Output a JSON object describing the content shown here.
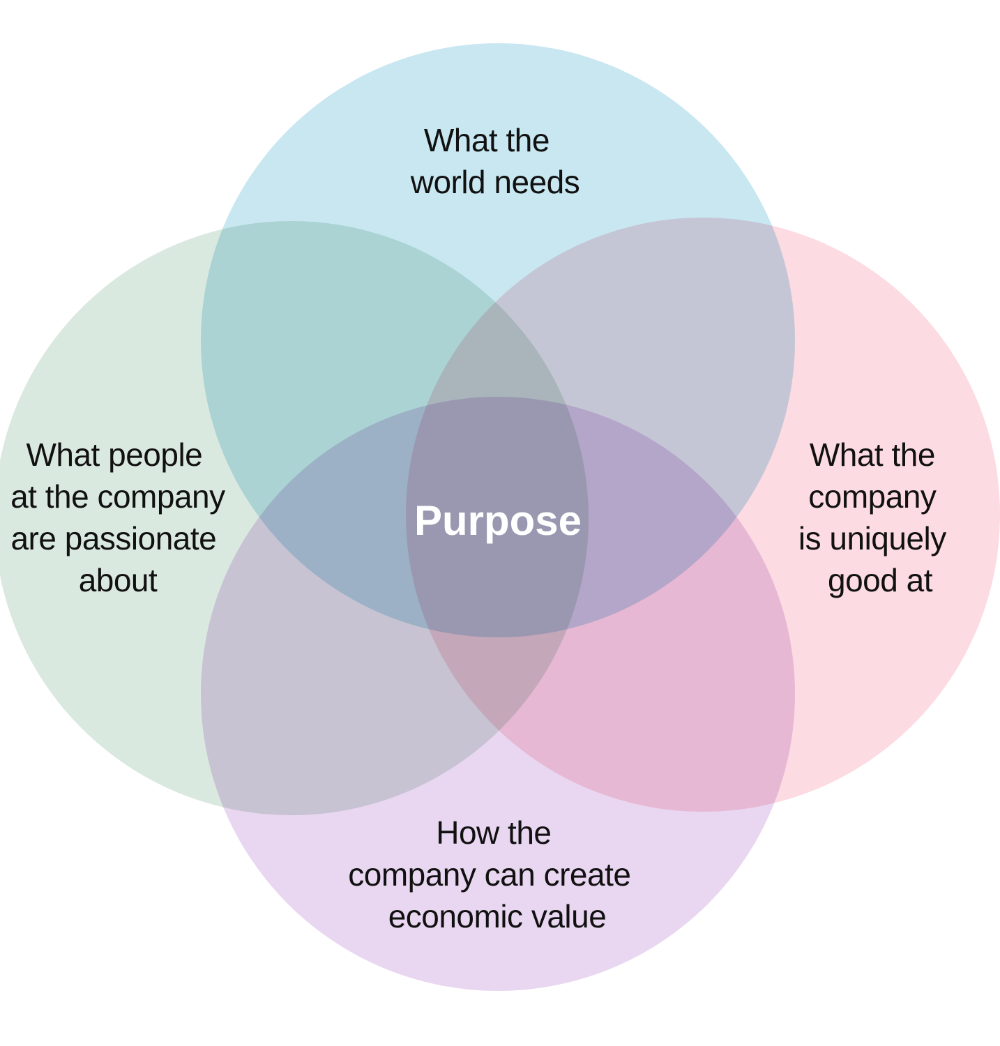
{
  "center_label": "Purpose",
  "circles": [
    {
      "id": "top",
      "lines": [
        "What the",
        "world needs"
      ],
      "color": "#c8e7f1"
    },
    {
      "id": "left",
      "lines": [
        "What people",
        "at the company",
        "are passionate",
        "about"
      ],
      "color": "#dae9e0"
    },
    {
      "id": "right",
      "lines": [
        "What the",
        "company",
        "is uniquely",
        "good at"
      ],
      "color": "#fcdbe2"
    },
    {
      "id": "bottom",
      "lines": [
        "How the",
        "company can create",
        "economic value"
      ],
      "color": "#e9d6f0"
    }
  ]
}
